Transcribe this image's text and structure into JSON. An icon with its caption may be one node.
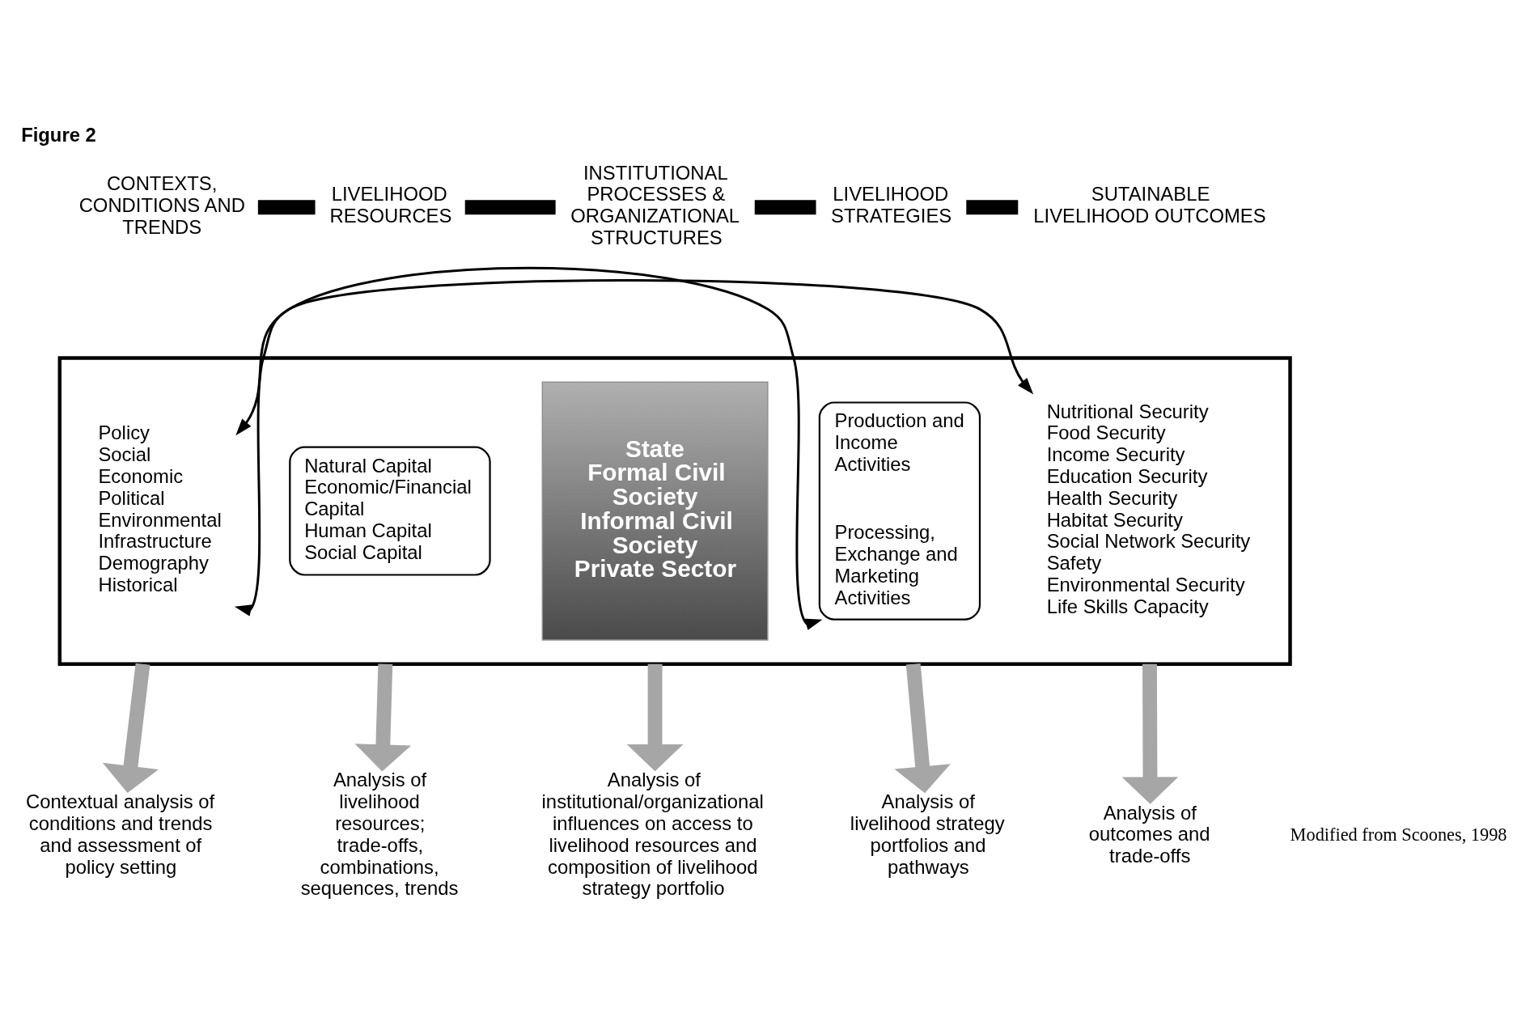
{
  "diagram": {
    "title": "Figure 2",
    "nodes": [
      {
        "text": [
          "CONTEXTS, CONDITIONS AND TRENDS"
        ]
      },
      {
        "text": [
          "LIVELIHOOD RESOURCES"
        ]
      },
      {
        "text": [
          "INSTITUTIONAL PROCESSES & ORGANIZATIONAL STRUCTURES"
        ]
      },
      {
        "text": [
          "LIVELIHOOD STRATEGIES"
        ]
      },
      {
        "text": [
          "SUTAINABLE LIVELIHOOD OUTCOMES"
        ]
      },
      {
        "text": [],
        "shape": "box"
      },
      {
        "text": [
          "Policy",
          "Social",
          "Economic",
          "Political",
          "Environmental",
          "Infrastructure",
          "Demography",
          "Historical"
        ],
        "in": 5
      },
      {
        "text": [
          "Natural Capital",
          "Economic/Financial Capital",
          "Human Capital",
          "Social Capital"
        ],
        "in": 5
      },
      {
        "text": [
          "State",
          "Formal Civil Society",
          "Informal Civil Society",
          "Private Sector"
        ],
        "in": 5
      },
      {
        "text": [
          "Production and Income Activities",
          "Processing, Exchange and Marketing Activities"
        ],
        "in": 5
      },
      {
        "text": [
          "Nutritional Security",
          "Food Security",
          "Income Security",
          "Education Security",
          "Health Security",
          "Habitat Security",
          "Social Network Security",
          "Safety",
          "Environmental Security",
          "Life Skills Capacity"
        ],
        "in": 5
      },
      {
        "text": [
          "Contextual analysis of conditions and trends and assessment of policy setting"
        ]
      },
      {
        "text": [
          "Analysis of livelihood resources;  trade-offs, combinations, sequences, trends"
        ]
      },
      {
        "text": [
          "Analysis of institutional/organizational influences on access to livelihood resources and composition of livelihood strategy portfolio"
        ]
      },
      {
        "text": [
          "Analysis of livelihood strategy portfolios and pathways"
        ]
      },
      {
        "text": [
          "Analysis of outcomes and trade-offs"
        ]
      }
    ],
    "edges": [
      {
        "from": 0,
        "to": 1,
        "arrow": "none"
      },
      {
        "from": 1,
        "to": 2,
        "arrow": "none"
      },
      {
        "from": 2,
        "to": 3,
        "arrow": "none"
      },
      {
        "from": 3,
        "to": 4,
        "arrow": "none"
      },
      {
        "from": 6,
        "to": 10,
        "arrow": "both"
      },
      {
        "from": 6,
        "to": 9,
        "arrow": "both"
      },
      {
        "from": 5,
        "to": 11,
        "arrow": "to",
        "color": "#a6a6a6"
      },
      {
        "from": 5,
        "to": 12,
        "arrow": "to",
        "color": "#a6a6a6"
      },
      {
        "from": 5,
        "to": 13,
        "arrow": "to",
        "color": "#a6a6a6"
      },
      {
        "from": 5,
        "to": 14,
        "arrow": "to",
        "color": "#a6a6a6"
      },
      {
        "from": 5,
        "to": 15,
        "arrow": "to",
        "color": "#a6a6a6"
      }
    ],
    "labels": [
      "Modified from Scoones, 1998"
    ]
  }
}
